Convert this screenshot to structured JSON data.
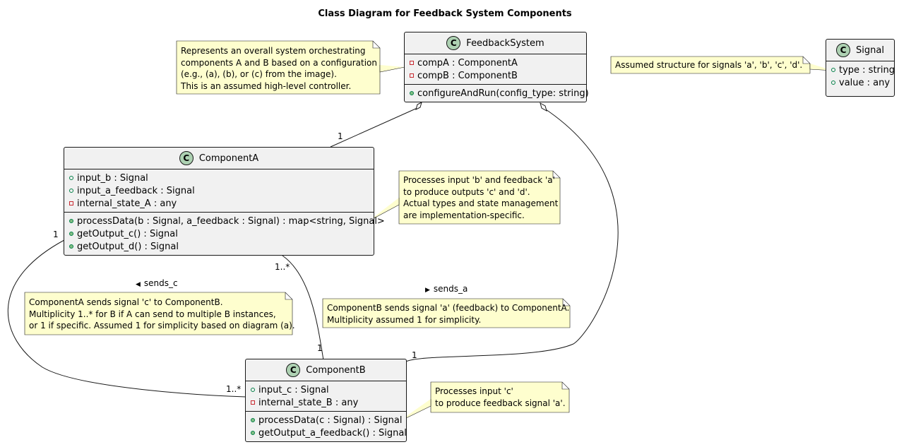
{
  "title": "Class Diagram for Feedback System Components",
  "colors": {
    "class_fill": "#f1f1f1",
    "note_fill": "#fefece",
    "circle_fill": "#add1b2",
    "line": "#181818"
  },
  "classes": {
    "feedback_system": {
      "stereotype": "C",
      "name": "FeedbackSystem",
      "attributes": [
        {
          "visibility": "private",
          "text": "compA : ComponentA"
        },
        {
          "visibility": "private",
          "text": "compB : ComponentB"
        }
      ],
      "methods": [
        {
          "visibility": "public",
          "text": "configureAndRun(config_type: string)"
        }
      ]
    },
    "signal": {
      "stereotype": "C",
      "name": "Signal",
      "attributes": [
        {
          "visibility": "public",
          "text": "type : string"
        },
        {
          "visibility": "public",
          "text": "value : any"
        }
      ],
      "methods": []
    },
    "component_a": {
      "stereotype": "C",
      "name": "ComponentA",
      "attributes": [
        {
          "visibility": "public",
          "text": "input_b : Signal"
        },
        {
          "visibility": "public",
          "text": "input_a_feedback : Signal"
        },
        {
          "visibility": "private",
          "text": "internal_state_A : any"
        }
      ],
      "methods": [
        {
          "visibility": "public",
          "text": "processData(b : Signal, a_feedback : Signal) : map<string, Signal>"
        },
        {
          "visibility": "public",
          "text": "getOutput_c() : Signal"
        },
        {
          "visibility": "public",
          "text": "getOutput_d() : Signal"
        }
      ]
    },
    "component_b": {
      "stereotype": "C",
      "name": "ComponentB",
      "attributes": [
        {
          "visibility": "public",
          "text": "input_c : Signal"
        },
        {
          "visibility": "private",
          "text": "internal_state_B : any"
        }
      ],
      "methods": [
        {
          "visibility": "public",
          "text": "processData(c : Signal) : Signal"
        },
        {
          "visibility": "public",
          "text": "getOutput_a_feedback() : Signal"
        }
      ]
    }
  },
  "notes": {
    "feedback_system_note": [
      "Represents an overall system orchestrating",
      "components A and B based on a configuration",
      "(e.g., (a), (b), or (c) from the image).",
      "This is an assumed high-level controller."
    ],
    "signal_note": [
      "Assumed structure for signals 'a', 'b', 'c', 'd'."
    ],
    "component_a_note": [
      "Processes input 'b' and feedback 'a'",
      "to produce outputs 'c' and 'd'.",
      "Actual types and state management",
      "are implementation-specific."
    ],
    "sends_c_note": [
      "ComponentA sends signal 'c' to ComponentB.",
      "Multiplicity 1..* for B if A can send to multiple B instances,",
      "or 1 if specific. Assumed 1 for simplicity based on diagram (a)."
    ],
    "sends_a_note": [
      "ComponentB sends signal 'a' (feedback) to ComponentA.",
      "Multiplicity assumed 1 for simplicity."
    ],
    "component_b_note": [
      "Processes input 'c'",
      "to produce feedback signal 'a'."
    ]
  },
  "relations": {
    "fs_to_a_multiplicity": "1",
    "fs_to_b_multiplicity": "1",
    "sends_c_label": "sends_c",
    "sends_c_source_multiplicity": "1",
    "sends_c_target_multiplicity": "1..*",
    "sends_a_label": "sends_a",
    "sends_a_source_multiplicity": "1",
    "sends_a_target_multiplicity": "1..*"
  }
}
